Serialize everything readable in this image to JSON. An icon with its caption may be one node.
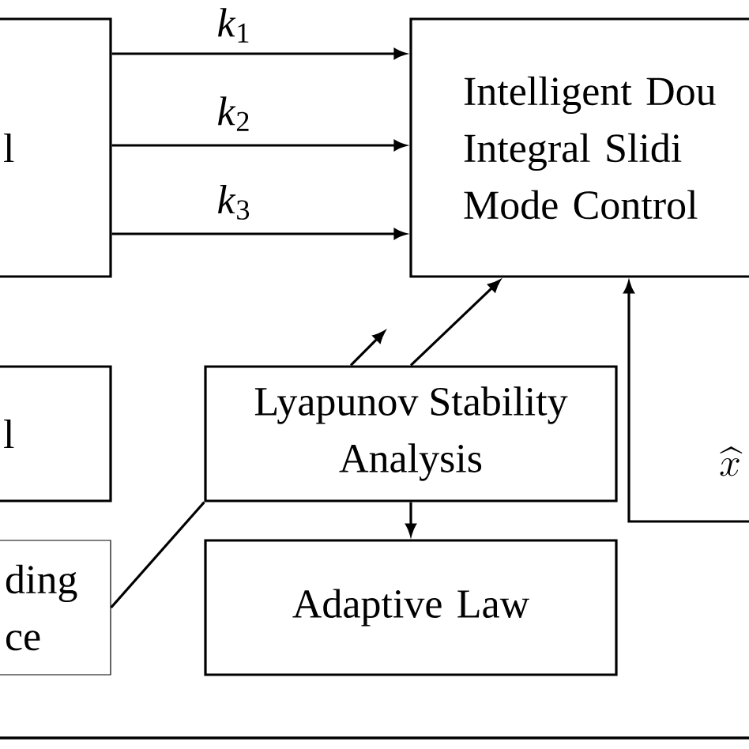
{
  "diagram": {
    "nodes": [
      {
        "text": [
          "l"
        ]
      },
      {
        "text": [
          "Intelligent Dou Integral Slidi Mode Control"
        ]
      },
      {
        "text": [
          "l"
        ]
      },
      {
        "text": [
          "ding ce"
        ]
      },
      {
        "text": [
          "Lyapunov Stability Analysis"
        ]
      },
      {
        "text": [
          "Adaptive Law"
        ]
      }
    ],
    "edges": [
      {
        "from": 0,
        "to": 1,
        "arrow": "to",
        "label": "*k*$_{1}$"
      },
      {
        "from": 0,
        "to": 1,
        "arrow": "to",
        "label": "*k*$_{2}$"
      },
      {
        "from": 0,
        "to": 1,
        "arrow": "to",
        "label": "*k*$_{3}$"
      },
      {
        "from": 3,
        "to": 4,
        "arrow": "none"
      },
      {
        "from": 4,
        "to": 1,
        "arrow": "to"
      },
      {
        "from": 4,
        "to": null,
        "arrow": "to"
      },
      {
        "from": 4,
        "to": 5,
        "arrow": "to"
      },
      {
        "from": null,
        "to": 1,
        "arrow": "to",
        "label": "\\widehat{x}"
      }
    ]
  }
}
